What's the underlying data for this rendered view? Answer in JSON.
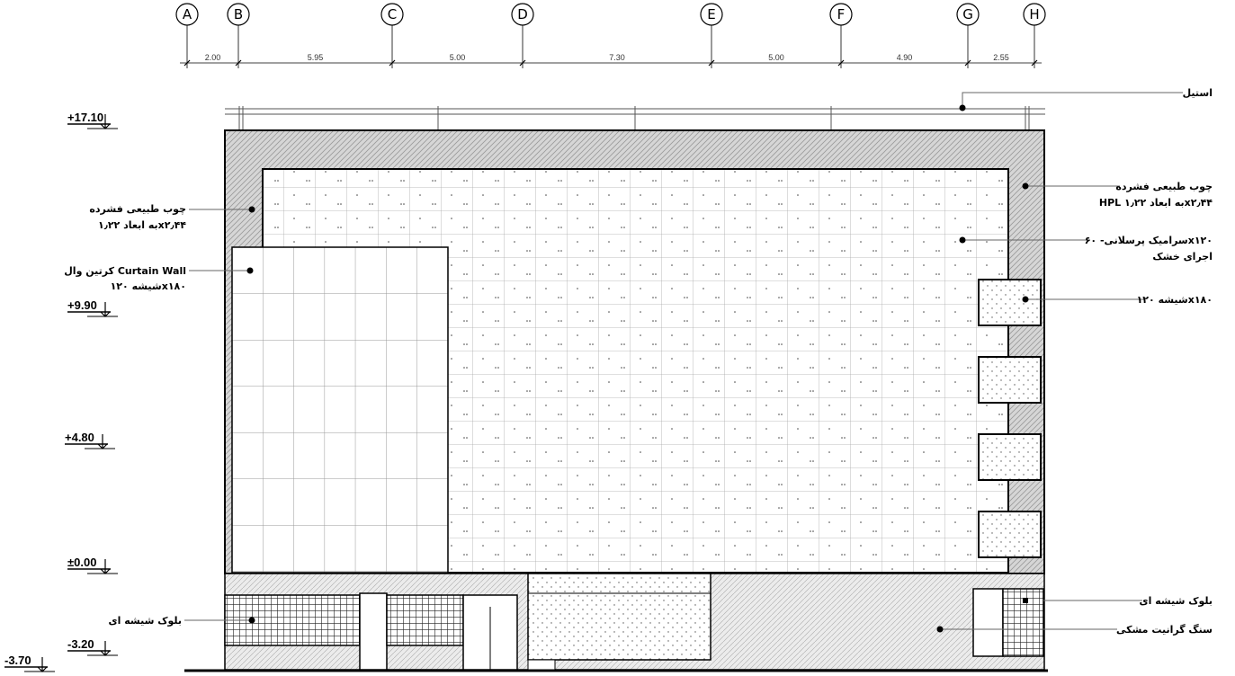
{
  "axes": [
    {
      "label": "A"
    },
    {
      "label": "B"
    },
    {
      "label": "C"
    },
    {
      "label": "D"
    },
    {
      "label": "E"
    },
    {
      "label": "F"
    },
    {
      "label": "G"
    },
    {
      "label": "H"
    }
  ],
  "spans": [
    "2.00",
    "5.95",
    "5.00",
    "7.30",
    "5.00",
    "4.90",
    "2.55"
  ],
  "levels": [
    "+17.10",
    "+9.90",
    "+4.80",
    "±0.00",
    "-3.20",
    "-3.70"
  ],
  "notes": {
    "steel": "استیل",
    "wood_right_1": "چوب طبیعی فشرده",
    "wood_right_2": "HPL به ابعاد ۱٫۲۲x۲٫۴۴",
    "ceramic_1": "سرامیک پرسلانی- ۶۰x۱۲۰",
    "ceramic_2": "اجرای خشک",
    "glass_right": "شیشه ۱۲۰x۱۸۰",
    "glass_block_right": "بلوک شیشه ای",
    "granite": "سنگ گرانیت مشکی",
    "wood_left_1": "چوب طبیعی فشرده",
    "wood_left_2": "به ابعاد ۱٫۲۲x۲٫۴۴",
    "curtain_1": "کرتین وال  Curtain Wall",
    "curtain_2": "شیشه ۱۲۰x۱۸۰",
    "glass_block_left": "بلوک شیشه ای"
  }
}
